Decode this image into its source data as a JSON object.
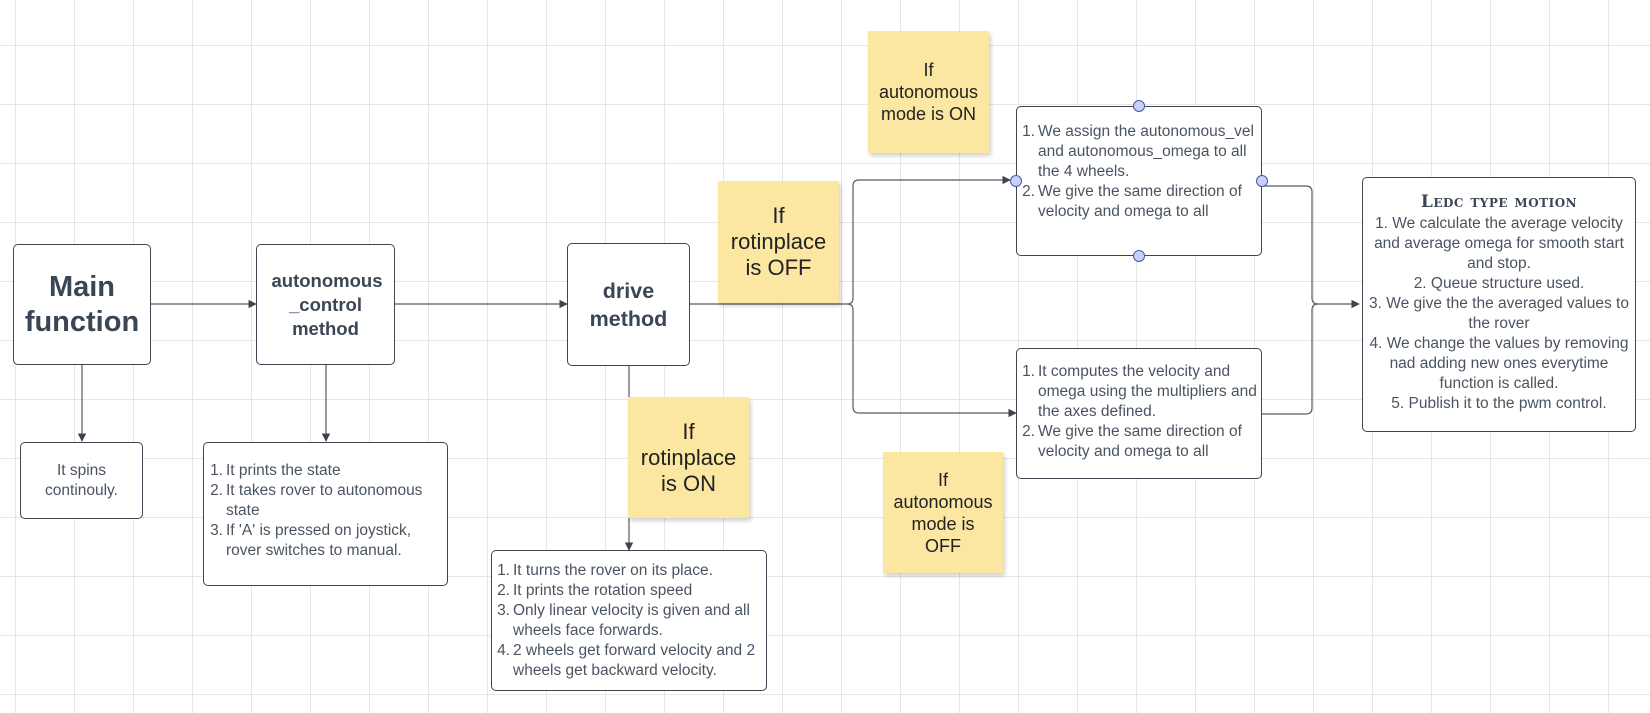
{
  "nodes": {
    "main_function": {
      "title": "Main function"
    },
    "spins": {
      "text": "It spins continouly."
    },
    "autonomous_control": {
      "title": "autonomous _control method"
    },
    "autonomous_notes": {
      "items": [
        "It prints the state",
        "It takes rover to autonomous state",
        "If 'A' is pressed on joystick, rover switches to manual."
      ]
    },
    "drive_method": {
      "title": "drive method"
    },
    "rotinplace_notes": {
      "items": [
        "It turns the rover on its place.",
        "It prints the rotation speed",
        "Only linear velocity is given and all wheels face forwards.",
        "2 wheels get forward velocity and 2 wheels get backward velocity."
      ]
    },
    "auto_on_notes": {
      "items": [
        "We assign the autonomous_vel and autonomous_omega to all the 4 wheels.",
        "We give the same direction of velocity and omega to all"
      ]
    },
    "auto_off_notes": {
      "items": [
        "It computes the velocity and omega using the multipliers and the axes defined.",
        "We give the same direction of velocity and omega to all"
      ]
    },
    "ledc": {
      "title": "Ledc type motion",
      "items": [
        "We calculate the average velocity and average omega for smooth start and stop.",
        "Queue structure used.",
        "We give the the averaged values to the rover",
        "We change the values by removing nad adding new ones everytime function is called.",
        "Publish it to the pwm control."
      ]
    }
  },
  "stickies": {
    "auto_on": "If autonomous mode is ON",
    "rot_off": "If rotinplace is OFF",
    "rot_on": "If rotinplace is ON",
    "auto_off": "If autonomous mode is OFF"
  },
  "colors": {
    "sticky": "#fbe6a2",
    "border": "#3e4550",
    "connector": "#555b66",
    "handle_fill": "#c9cffb",
    "handle_stroke": "#4a5a9c"
  }
}
